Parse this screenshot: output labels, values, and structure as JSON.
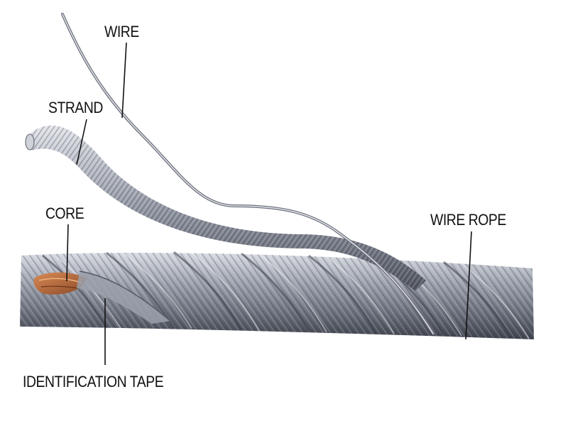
{
  "labels": {
    "wire": "WIRE",
    "strand": "STRAND",
    "core": "CORE",
    "wire_rope": "WIRE ROPE",
    "identification_tape": "IDENTIFICATION TAPE"
  },
  "colors": {
    "steel_light": "#c9cdd6",
    "steel_mid": "#8a8f9c",
    "steel_dark": "#4b4f5b",
    "core_fiber": "#b86a3c",
    "leader_line": "#111111"
  }
}
